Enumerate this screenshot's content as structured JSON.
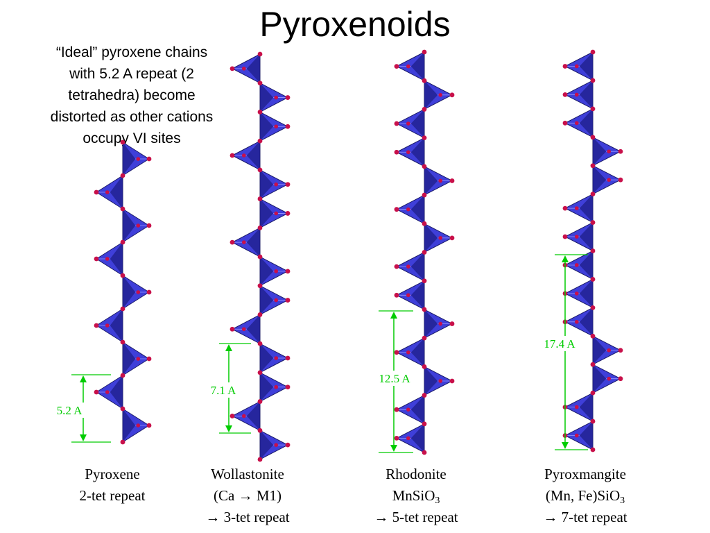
{
  "title": "Pyroxenoids",
  "intro_lines": [
    "“Ideal” pyroxene chains",
    "with 5.2 A repeat (2",
    "tetrahedra) become",
    "distorted as other cations",
    "occupy VI sites"
  ],
  "colors": {
    "tetra_face": "#3f3fd9",
    "tetra_dark": "#1f1f88",
    "tetra_edge": "#1a1a66",
    "oxygen": "#c8104a",
    "dimension": "#00cc00"
  },
  "chains": [
    {
      "id": "pyroxene",
      "name": "Pyroxene",
      "line2": "2-tet repeat",
      "repeat_label": "5.2 A",
      "repeat_tetrahedra": 2,
      "tet_count": 9
    },
    {
      "id": "wollastonite",
      "name": "Wollastonite",
      "line2": "(Ca → M1)",
      "line3": "→ 3-tet repeat",
      "repeat_label": "7.1 A",
      "repeat_tetrahedra": 3,
      "tet_count": 14
    },
    {
      "id": "rhodonite",
      "name": "Rhodonite",
      "line2_main": "MnSiO",
      "line2_sub": "3",
      "line3": "→ 5-tet repeat",
      "repeat_label": "12.5 A",
      "repeat_tetrahedra": 5,
      "tet_count": 14
    },
    {
      "id": "pyroxmangite",
      "name": "Pyroxmangite",
      "line2_main": "(Mn, Fe)SiO",
      "line2_sub": "3",
      "line3": "→ 7-tet repeat",
      "repeat_label": "17.4 A",
      "repeat_tetrahedra": 7,
      "tet_count": 14
    }
  ]
}
